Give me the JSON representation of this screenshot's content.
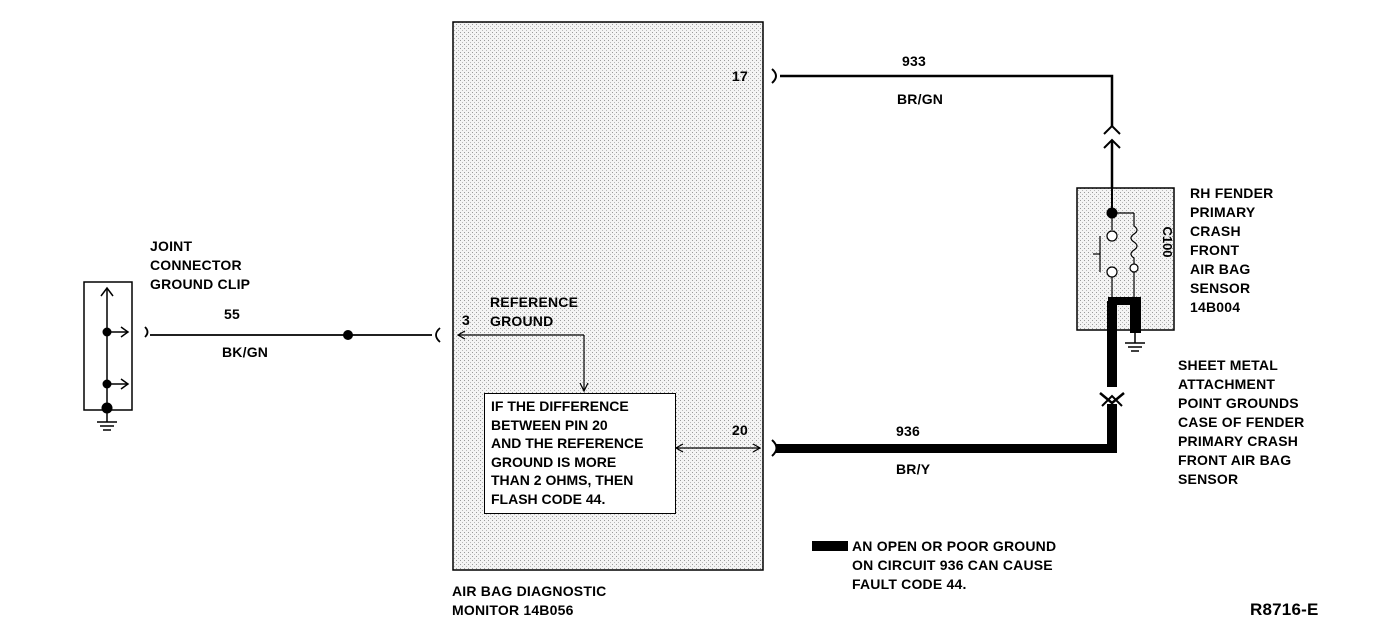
{
  "labels": {
    "joint_connector": "JOINT\nCONNECTOR\nGROUND CLIP",
    "wire_55_number": "55",
    "wire_55_color": "BK/GN",
    "pin_3": "3",
    "reference_ground": "REFERENCE\nGROUND",
    "pin_17": "17",
    "wire_933_number": "933",
    "wire_933_color": "BR/GN",
    "pin_20": "20",
    "wire_936_number": "936",
    "wire_936_color": "BR/Y",
    "note_text": "IF THE DIFFERENCE\nBETWEEN PIN 20\nAND THE REFERENCE\nGROUND IS MORE\nTHAN 2 OHMS, THEN\nFLASH CODE 44.",
    "monitor": "AIR BAG DIAGNOSTIC\nMONITOR 14B056",
    "sensor": "RH FENDER\nPRIMARY\nCRASH\nFRONT\nAIR BAG\nSENSOR\n14B004",
    "sensor_id": "C100",
    "sheet_metal": "SHEET METAL\nATTACHMENT\nPOINT GROUNDS\nCASE OF FENDER\nPRIMARY CRASH\nFRONT AIR BAG\nSENSOR",
    "legend": "AN OPEN OR POOR GROUND\nON CIRCUIT 936 CAN CAUSE\nFAULT CODE 44.",
    "figure_id": "R8716-E"
  }
}
